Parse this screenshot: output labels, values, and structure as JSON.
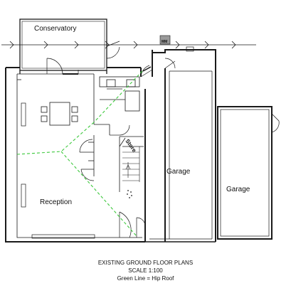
{
  "rooms": {
    "conservatory": "Conservatory",
    "reception": "Reception",
    "garage_left": "Garage",
    "garage_right": "Garage",
    "store": "Store"
  },
  "tags": {
    "meter": "MM"
  },
  "caption": {
    "line1": "EXISTING GROUND FLOOR PLANS",
    "line2": "SCALE 1:100",
    "line3": "Green Line = Hip Roof"
  },
  "colors": {
    "wall": "#1a1a1a",
    "hip_line": "#3cc83c",
    "meter_box": "#9a9a9a"
  }
}
